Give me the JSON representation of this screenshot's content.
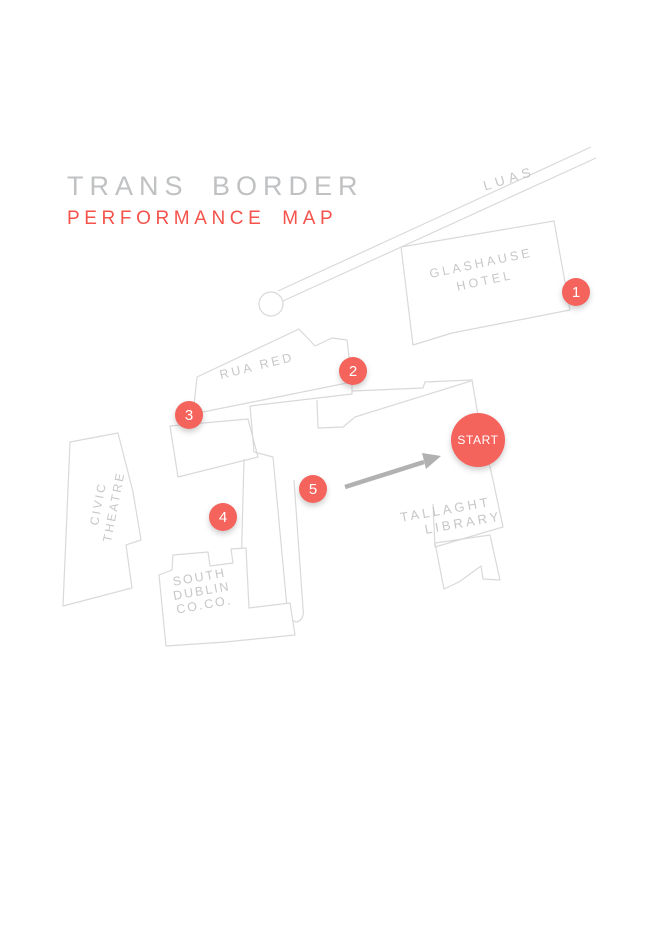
{
  "title": {
    "line1": "TRANS BORDER",
    "line2": "PERFORMANCE MAP"
  },
  "colors": {
    "title_gray": "#bfc1c3",
    "accent_red": "#f4534b",
    "marker_red": "#f4635c",
    "outline_gray": "#d9d9d9",
    "label_gray": "#c6c7c9",
    "arrow_gray": "#b1b1b1"
  },
  "map": {
    "transit_line_label": "LUAS",
    "buildings": [
      {
        "name": "glashause-hotel",
        "lines": [
          "GLASHAUSE",
          "HOTEL"
        ]
      },
      {
        "name": "rua-red",
        "lines": [
          "RUA RED"
        ]
      },
      {
        "name": "tallaght-library",
        "lines": [
          "TALLAGHT",
          "LIBRARY"
        ]
      },
      {
        "name": "civic-theatre",
        "lines": [
          "CIVIC",
          "THEATRE"
        ]
      },
      {
        "name": "south-dublin-co-co",
        "lines": [
          "SOUTH",
          "DUBLIN",
          "CO.CO."
        ]
      }
    ],
    "markers": [
      {
        "label": "1"
      },
      {
        "label": "2"
      },
      {
        "label": "3"
      },
      {
        "label": "4"
      },
      {
        "label": "5"
      },
      {
        "label": "START"
      }
    ]
  }
}
